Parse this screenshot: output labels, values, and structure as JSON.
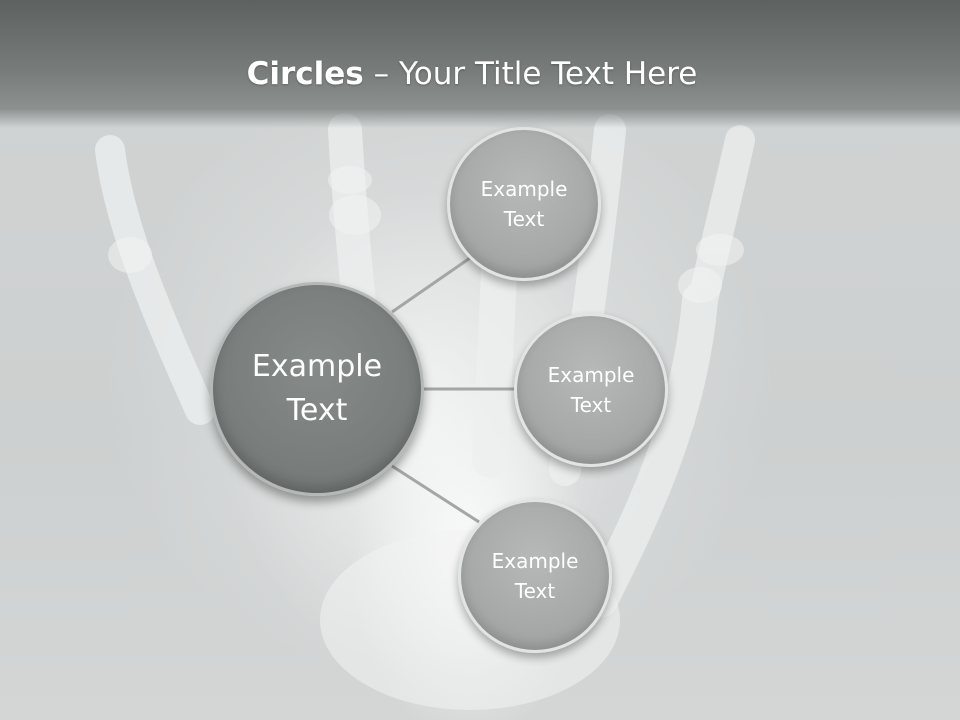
{
  "title": {
    "bold": "Circles",
    "rest": " – Your Title Text Here"
  },
  "diagram": {
    "center": {
      "label": "Example\nText"
    },
    "satellites": [
      {
        "label": "Example\nText"
      },
      {
        "label": "Example\nText"
      },
      {
        "label": "Example\nText"
      }
    ]
  },
  "colors": {
    "title_band": "#6b706f",
    "center_fill": "#7c807f",
    "satellite_fill": "#a8abaa",
    "connector": "#a0a3a2",
    "text": "#ffffff"
  }
}
